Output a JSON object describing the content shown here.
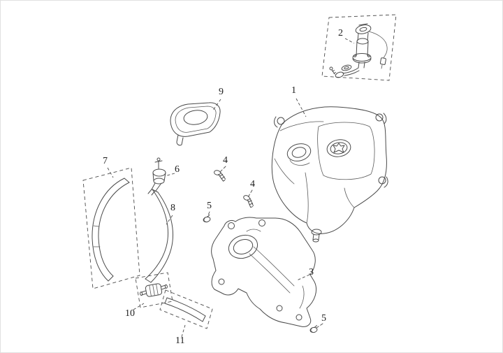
{
  "diagram": {
    "background_color": "#ffffff",
    "line_color": "#4a4a4a",
    "label_color": "#1c1c1c"
  },
  "labels": [
    {
      "text": "1"
    },
    {
      "text": "2"
    },
    {
      "text": "9"
    },
    {
      "text": "7"
    },
    {
      "text": "6"
    },
    {
      "text": "4"
    },
    {
      "text": "4"
    },
    {
      "text": "5"
    },
    {
      "text": "8"
    },
    {
      "text": "3"
    },
    {
      "text": "10"
    },
    {
      "text": "5"
    },
    {
      "text": "11"
    }
  ]
}
